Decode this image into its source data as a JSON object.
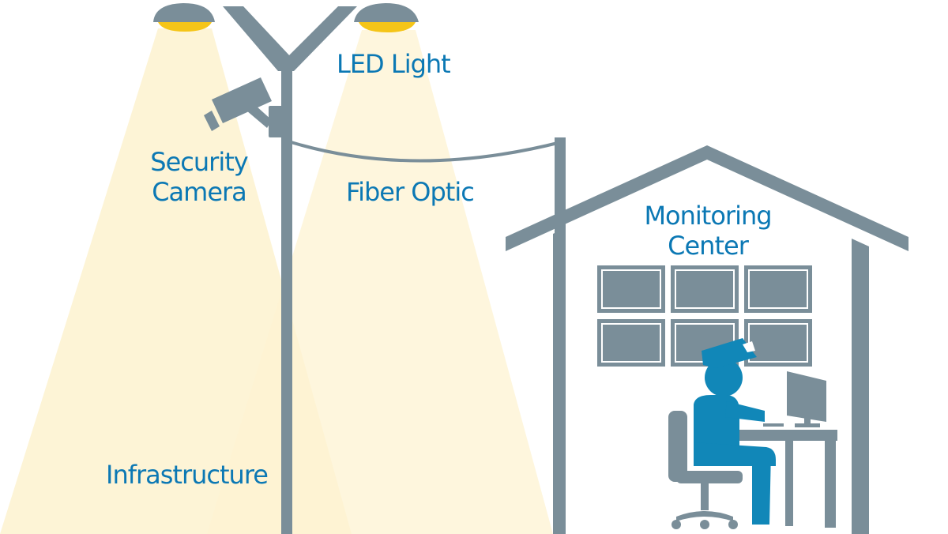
{
  "labels": {
    "led_light": "LED Light",
    "security_camera_line1": "Security",
    "security_camera_line2": "Camera",
    "fiber_optic": "Fiber Optic",
    "monitoring_center_line1": "Monitoring",
    "monitoring_center_line2": "Center",
    "infrastructure": "Infrastructure"
  },
  "colors": {
    "label_blue": "#0b78b4",
    "structure_gray": "#7a8e99",
    "lamp_yellow": "#f5c518",
    "light_beam": "#fdf3d2",
    "operator_blue": "#1187b8",
    "background": "#ffffff"
  },
  "icons": {
    "street_lamp": "street-lamp-icon",
    "camera": "security-camera-icon",
    "building": "house-icon",
    "operator": "person-at-desk-icon",
    "computer": "computer-monitor-icon",
    "chair": "office-chair-icon"
  }
}
